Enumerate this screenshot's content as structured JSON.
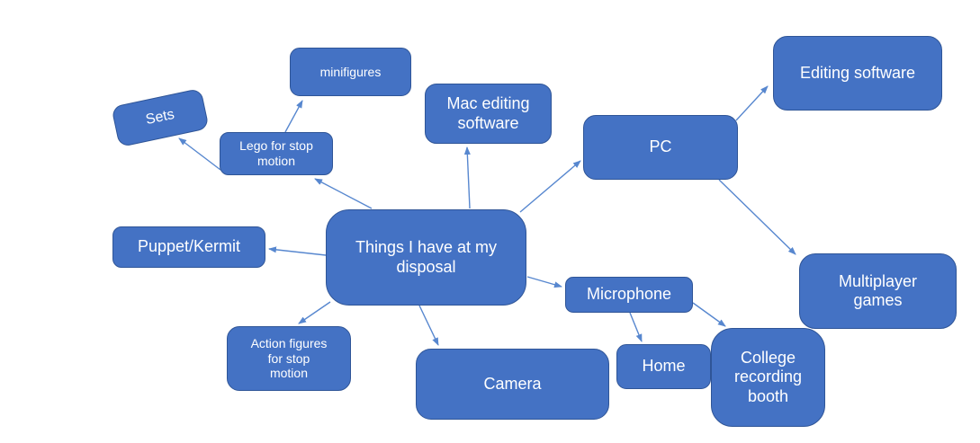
{
  "diagram": {
    "title": "Things I have at my disposal mind map",
    "colors": {
      "background": "#ffffff",
      "node_fill": "#4472C4",
      "node_border": "#2F5597",
      "connector": "#5787CF",
      "text": "#ffffff"
    },
    "nodes": {
      "central": {
        "label": "Things I have at my\ndisposal"
      },
      "sets": {
        "label": "Sets"
      },
      "minifigures": {
        "label": "minifigures"
      },
      "lego": {
        "label": "Lego for stop\nmotion"
      },
      "mac": {
        "label": "Mac editing\nsoftware"
      },
      "pc": {
        "label": "PC"
      },
      "editing": {
        "label": "Editing software"
      },
      "multiplayer": {
        "label": "Multiplayer\ngames"
      },
      "puppet": {
        "label": "Puppet/Kermit"
      },
      "action": {
        "label": "Action figures\nfor stop\nmotion"
      },
      "camera": {
        "label": "Camera"
      },
      "microphone": {
        "label": "Microphone"
      },
      "home": {
        "label": "Home"
      },
      "college": {
        "label": "College\nrecording\nbooth"
      }
    },
    "edges": [
      {
        "from": "central",
        "to": "lego"
      },
      {
        "from": "central",
        "to": "mac"
      },
      {
        "from": "central",
        "to": "pc"
      },
      {
        "from": "central",
        "to": "puppet"
      },
      {
        "from": "central",
        "to": "action"
      },
      {
        "from": "central",
        "to": "camera"
      },
      {
        "from": "central",
        "to": "microphone"
      },
      {
        "from": "lego",
        "to": "minifigures"
      },
      {
        "from": "lego",
        "to": "sets"
      },
      {
        "from": "pc",
        "to": "editing"
      },
      {
        "from": "pc",
        "to": "multiplayer"
      },
      {
        "from": "microphone",
        "to": "home"
      },
      {
        "from": "microphone",
        "to": "college"
      }
    ]
  }
}
